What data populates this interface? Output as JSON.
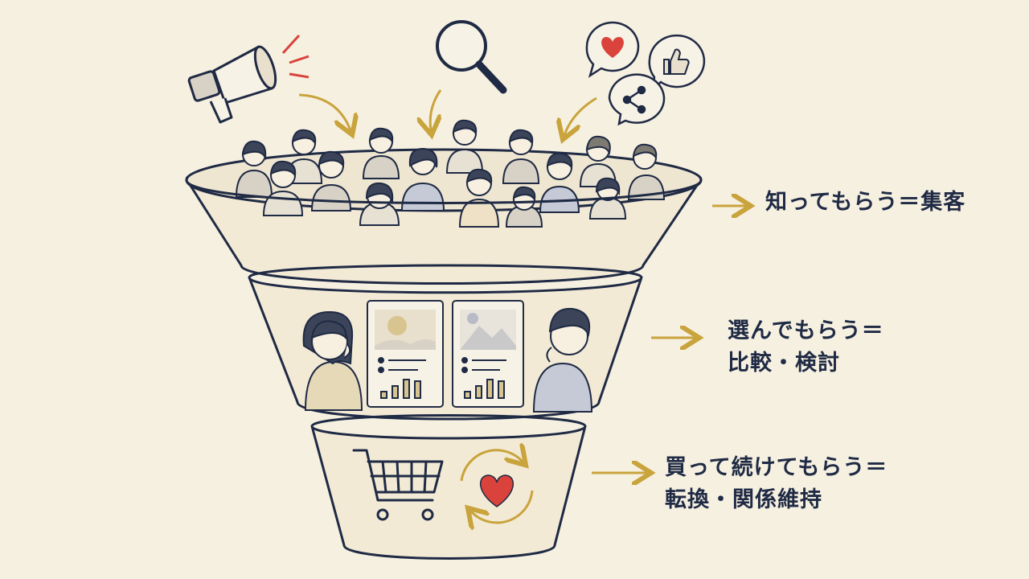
{
  "stages": [
    {
      "id": "awareness",
      "lines": [
        "知ってもらう＝集客"
      ]
    },
    {
      "id": "consideration",
      "lines": [
        "選んでもらう＝",
        "比較・検討"
      ]
    },
    {
      "id": "conversion",
      "lines": [
        "買って続けてもらう＝",
        "転換・関係維持"
      ]
    }
  ],
  "colors": {
    "background": "#f6f0e1",
    "outline": "#1f2a44",
    "accent_gold": "#c9a43c",
    "accent_red": "#d9433b",
    "funnel_fill": "#f3ead6",
    "person_fill": "#d8d2c6",
    "hair": "#3b4458"
  },
  "icons": [
    "megaphone-icon",
    "search-icon",
    "heart-bubble-icon",
    "like-bubble-icon",
    "share-bubble-icon",
    "cart-icon",
    "cycle-heart-icon",
    "product-card-icon"
  ]
}
